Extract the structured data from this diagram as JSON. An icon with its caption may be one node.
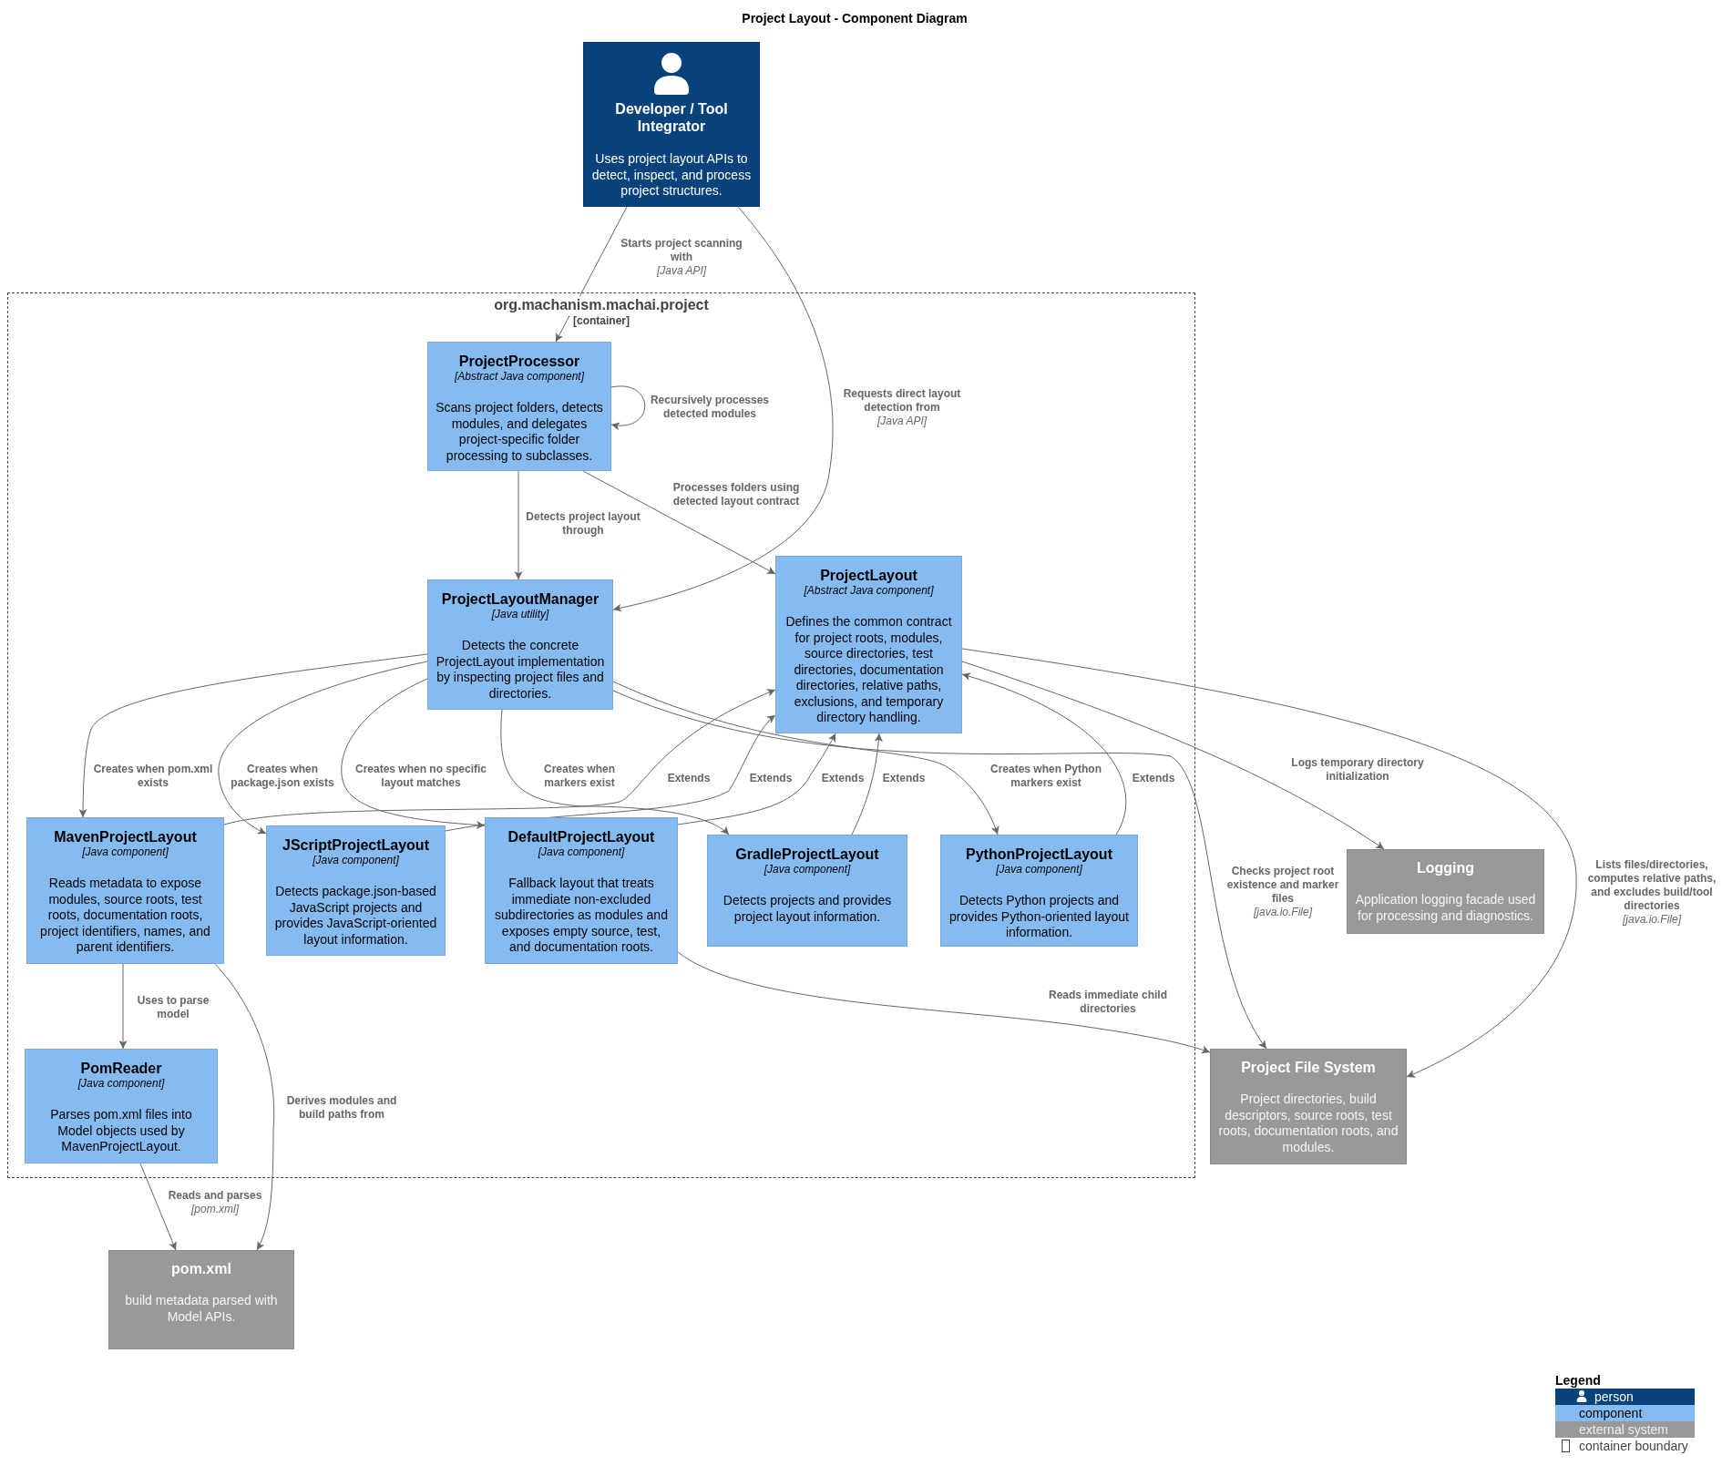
{
  "diagram": {
    "title": "Project Layout - Component Diagram",
    "nodes": [
      {
        "text": [
          "Developer / Tool Integrator",
          "Uses project layout APIs to detect, inspect, and process project structures."
        ]
      },
      {
        "text": [
          "org.machanism.machai.project",
          "[container]"
        ]
      },
      {
        "text": [
          "ProjectProcessor",
          "[Abstract Java component]",
          "Scans project folders, detects modules, and delegates project-specific folder processing to subclasses."
        ],
        "in": 1
      },
      {
        "text": [
          "ProjectLayoutManager",
          "[Java utility]",
          "Detects the concrete ProjectLayout implementation by inspecting project files and directories."
        ],
        "in": 1
      },
      {
        "text": [
          "ProjectLayout",
          "[Abstract Java component]",
          "Defines the common contract for project roots, modules, source directories, test directories, documentation directories, relative paths, exclusions, and temporary directory handling."
        ],
        "in": 1
      },
      {
        "text": [
          "MavenProjectLayout",
          "[Java component]",
          "Reads metadata to expose modules, source roots, test roots, documentation roots, project identifiers, names, and parent identifiers."
        ],
        "in": 1
      },
      {
        "text": [
          "JScriptProjectLayout",
          "[Java component]",
          "Detects package.json-based JavaScript projects and provides JavaScript-oriented layout information."
        ],
        "in": 1
      },
      {
        "text": [
          "DefaultProjectLayout",
          "[Java component]",
          "Fallback layout that treats immediate non-excluded subdirectories as modules and exposes empty source, test, and documentation roots."
        ],
        "in": 1
      },
      {
        "text": [
          "GradleProjectLayout",
          "[Java component]",
          "Detects projects and provides project layout information."
        ],
        "in": 1
      },
      {
        "text": [
          "PythonProjectLayout",
          "[Java component]",
          "Detects Python projects and provides Python-oriented layout information."
        ],
        "in": 1
      },
      {
        "text": [
          "PomReader",
          "[Java component]",
          "Parses pom.xml files into Model objects used by MavenProjectLayout."
        ],
        "in": 1
      },
      {
        "text": [
          "Logging",
          "Application logging facade used for processing and diagnostics."
        ]
      },
      {
        "text": [
          "Project File System",
          "Project directories, build descriptors, source roots, test roots, documentation roots, and modules."
        ]
      },
      {
        "text": [
          "pom.xml",
          "build metadata parsed with Model APIs."
        ]
      }
    ],
    "edges": [
      {
        "from": 0,
        "to": 2,
        "label": "Starts project scanning with *[Java API]*",
        "arrow": "to"
      },
      {
        "from": 0,
        "to": 3,
        "label": "Requests direct layout detection from *[Java API]*",
        "arrow": "to"
      },
      {
        "from": 2,
        "to": 2,
        "label": "Recursively processes detected modules",
        "arrow": "to"
      },
      {
        "from": 2,
        "to": 3,
        "label": "Detects project layout through",
        "arrow": "to"
      },
      {
        "from": 2,
        "to": 4,
        "label": "Processes folders using detected layout contract",
        "arrow": "to"
      },
      {
        "from": 3,
        "to": 5,
        "label": "Creates when pom.xml exists",
        "arrow": "to"
      },
      {
        "from": 3,
        "to": 6,
        "label": "Creates when package.json exists",
        "arrow": "to"
      },
      {
        "from": 3,
        "to": 7,
        "label": "Creates when no specific layout matches",
        "arrow": "to"
      },
      {
        "from": 3,
        "to": 8,
        "label": "Creates when markers exist",
        "arrow": "to"
      },
      {
        "from": 3,
        "to": 9,
        "label": "Creates when Python markers exist",
        "arrow": "to"
      },
      {
        "from": 3,
        "to": 12,
        "label": "Checks project root existence and marker files *[java.io.File]*",
        "arrow": "to"
      },
      {
        "from": 4,
        "to": 11,
        "label": "Logs temporary directory initialization",
        "arrow": "to"
      },
      {
        "from": 4,
        "to": 12,
        "label": "Lists files/directories, computes relative paths, and excludes build/tool directories *[java.io.File]*",
        "arrow": "to"
      },
      {
        "from": 5,
        "to": 4,
        "label": "Extends",
        "arrow": "to"
      },
      {
        "from": 6,
        "to": 4,
        "label": "Extends",
        "arrow": "to"
      },
      {
        "from": 7,
        "to": 4,
        "label": "Extends",
        "arrow": "to"
      },
      {
        "from": 8,
        "to": 4,
        "label": "Extends",
        "arrow": "to"
      },
      {
        "from": 9,
        "to": 4,
        "label": "Extends",
        "arrow": "to"
      },
      {
        "from": 5,
        "to": 10,
        "label": "Uses to parse model",
        "arrow": "to"
      },
      {
        "from": 5,
        "to": 13,
        "label": "Derives modules and build paths from",
        "arrow": "to"
      },
      {
        "from": 7,
        "to": 12,
        "label": "Reads immediate child directories",
        "arrow": "to"
      },
      {
        "from": 10,
        "to": 13,
        "label": "Reads and parses *[pom.xml]*",
        "arrow": "to"
      }
    ],
    "labels": [
      "Legend"
    ],
    "legend": [
      {
        "text": "person",
        "color": "#08427b"
      },
      {
        "text": "component",
        "color": "#85bbf0"
      },
      {
        "text": "external system",
        "color": "#999999"
      },
      {
        "text": "container boundary"
      }
    ]
  }
}
